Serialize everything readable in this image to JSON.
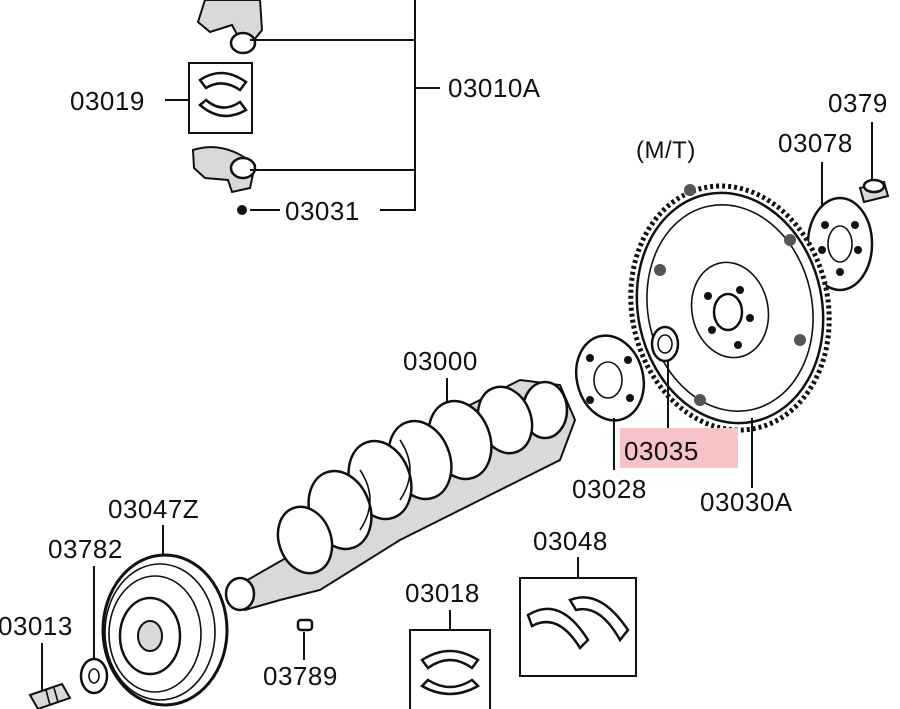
{
  "diagram": {
    "highlight_color": "#f7c3c6",
    "labels": {
      "p03019": "03019",
      "p03010a": "03010A",
      "p03031": "03031",
      "mt": "(M/T)",
      "p0379": "0379",
      "p03078": "03078",
      "p03000": "03000",
      "p03035": "03035",
      "p03028": "03028",
      "p03030a": "03030A",
      "p03047z": "03047Z",
      "p03782": "03782",
      "p03013": "03013",
      "p03048": "03048",
      "p03018": "03018",
      "p03789": "03789"
    }
  }
}
